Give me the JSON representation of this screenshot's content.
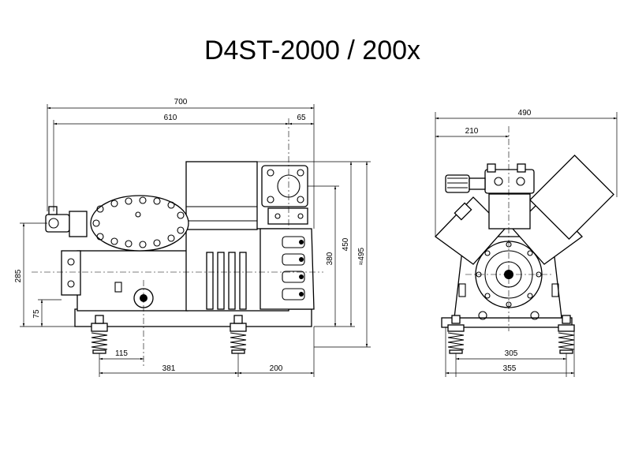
{
  "title": "D4ST-2000 / 200x",
  "side_view": {
    "dims": {
      "overall_length": "700",
      "suction_to_discharge": "610",
      "discharge_offset": "65",
      "height_450": "450",
      "height_380": "380",
      "height_495": "≈495",
      "height_285": "285",
      "height_75": "75",
      "foot_115": "115",
      "foot_381": "381",
      "foot_200": "200"
    }
  },
  "front_view": {
    "dims": {
      "overall_width": "490",
      "width_210": "210",
      "feet_305": "305",
      "feet_355": "355"
    }
  }
}
